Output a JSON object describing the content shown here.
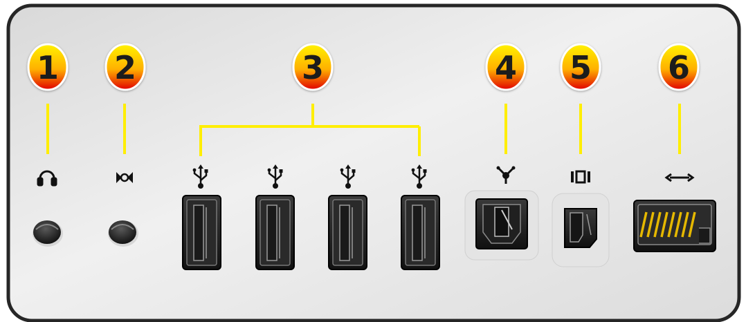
{
  "callouts": [
    {
      "number": "1",
      "port": "headphone-jack"
    },
    {
      "number": "2",
      "port": "audio-line-in"
    },
    {
      "number": "3",
      "port": "usb-ports"
    },
    {
      "number": "4",
      "port": "firewire-400"
    },
    {
      "number": "5",
      "port": "firewire-800"
    },
    {
      "number": "6",
      "port": "ethernet"
    }
  ],
  "icons": [
    "headphones-icon",
    "line-in-icon",
    "usb-icon",
    "firewire-400-icon",
    "firewire-800-icon",
    "ethernet-icon"
  ],
  "colors": {
    "panel": "#e6e6e6",
    "panel_border": "#2b2b2b",
    "callout_line": "#ffee00",
    "badge_top": "#ffe200",
    "badge_bottom": "#e60000"
  }
}
